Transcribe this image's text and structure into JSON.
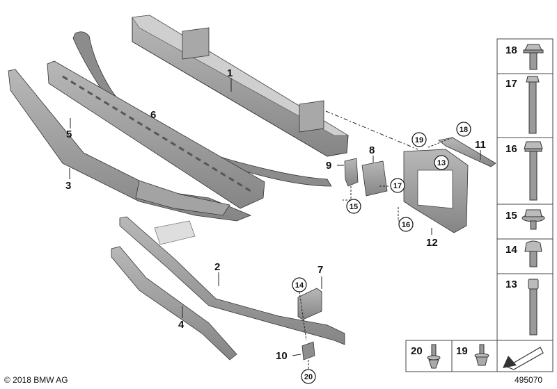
{
  "footer": {
    "copyright": "© 2018 BMW AG",
    "diagram_id": "495070"
  },
  "callouts": {
    "p1": "1",
    "p2": "2",
    "p3": "3",
    "p4": "4",
    "p5": "5",
    "p6": "6",
    "p7": "7",
    "p8": "8",
    "p9": "9",
    "p10": "10",
    "p11": "11",
    "p12": "12"
  },
  "circled_refs": {
    "c14": "14",
    "c15": "15",
    "c16": "16",
    "c17": "17",
    "c18": "18",
    "c19": "19",
    "c13": "13",
    "c20": "20"
  },
  "hardware_legend": [
    {
      "number": "18",
      "icon": "hex-flange-bolt-icon"
    },
    {
      "number": "17",
      "icon": "long-hex-bolt-icon"
    },
    {
      "number": "16",
      "icon": "hex-bolt-icon"
    },
    {
      "number": "15",
      "icon": "hex-nut-washer-icon"
    },
    {
      "number": "14",
      "icon": "torx-screw-icon"
    },
    {
      "number": "13",
      "icon": "torx-bolt-icon"
    }
  ],
  "bottom_legend": [
    {
      "number": "20",
      "icon": "expanding-rivet-icon"
    },
    {
      "number": "19",
      "icon": "push-clip-icon"
    }
  ],
  "colors": {
    "part_fill": "#9a9a9a",
    "part_dark": "#6e6e6e",
    "part_light": "#c4c4c4",
    "line": "#222222"
  }
}
